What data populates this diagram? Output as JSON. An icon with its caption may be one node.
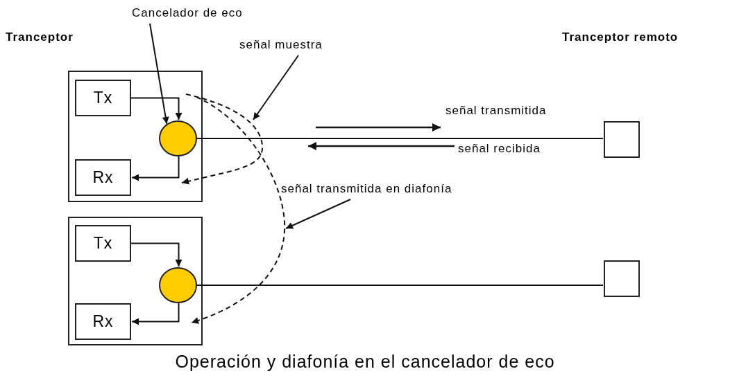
{
  "diagram": {
    "caption": "Operación y diafonía en el cancelador de eco",
    "nodes": [
      {
        "text": [],
        "shape": "box"
      },
      {
        "text": [
          "Tx"
        ],
        "in": 0
      },
      {
        "text": [],
        "shape": "circle",
        "in": 0
      },
      {
        "text": [
          "Rx"
        ],
        "in": 0
      },
      {
        "text": [],
        "shape": "box"
      },
      {
        "text": [
          "Tx"
        ],
        "in": 4
      },
      {
        "text": [],
        "shape": "circle",
        "in": 4
      },
      {
        "text": [
          "Rx"
        ],
        "in": 4
      },
      {
        "text": [],
        "shape": "box"
      },
      {
        "text": [],
        "shape": "box"
      },
      {
        "text": [
          "Cancelador de eco"
        ]
      },
      {
        "text": [
          "señal muestra"
        ]
      },
      {
        "text": [
          "señal transmitida en diafonía"
        ]
      }
    ],
    "edges": [
      {
        "from": 1,
        "to": 2,
        "arrow": "to"
      },
      {
        "from": 2,
        "to": 3,
        "arrow": "to"
      },
      {
        "from": 2,
        "to": 8,
        "arrow": "none"
      },
      {
        "from": 5,
        "to": 6,
        "arrow": "to"
      },
      {
        "from": 6,
        "to": 7,
        "arrow": "to"
      },
      {
        "from": 6,
        "to": 9,
        "arrow": "none"
      },
      {
        "from": 10,
        "to": 2,
        "arrow": "to"
      },
      {
        "from": 11,
        "to": null,
        "arrow": "to"
      },
      {
        "from": 12,
        "to": null,
        "arrow": "to"
      }
    ],
    "labels": [
      "Tranceptor",
      "Tranceptor remoto",
      "señal transmitida",
      "señal recibida"
    ]
  }
}
